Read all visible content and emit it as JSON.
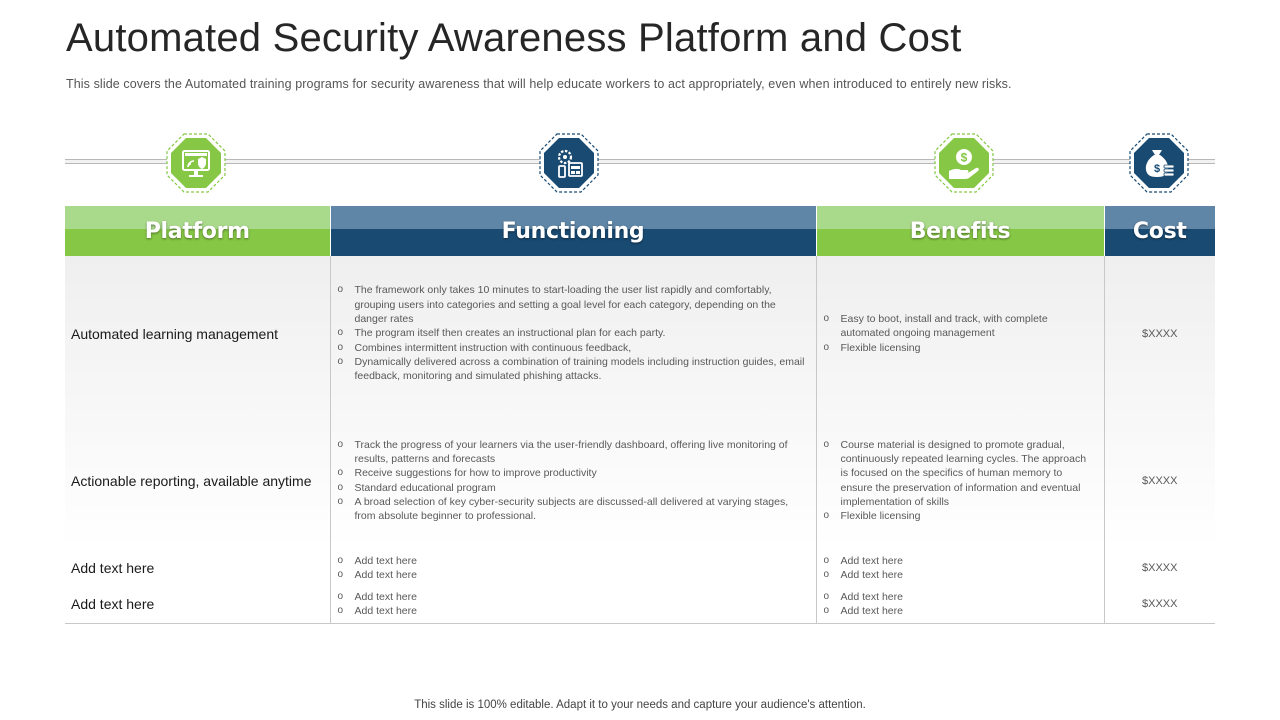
{
  "title": "Automated Security Awareness Platform and Cost",
  "subtitle": "This slide covers the Automated training programs for security awareness that will help educate workers to act appropriately,  even  when introduced to entirely new risks.",
  "icons": [
    "monitor-security-icon",
    "mobile-settings-icon",
    "money-hand-icon",
    "money-bag-icon"
  ],
  "colors": {
    "green": "#86c745",
    "green_light": "#a9d98b",
    "navy": "#194a72",
    "navy_light": "#5f86a6"
  },
  "table": {
    "headers": [
      "Platform",
      "Functioning",
      "Benefits",
      "Cost"
    ],
    "rows": [
      {
        "platform": "Automated learning management",
        "functioning": [
          "The framework only takes 10 minutes to start-loading  the user list rapidly and comfortably, grouping users into categories and setting a goal level for each category, depending on the danger rates",
          "The program itself  then creates an instructional  plan for each party.",
          "Combines intermittent instruction  with continuous feedback,",
          "Dynamically  delivered across a combination  of training models including instruction guides, email feedback, monitoring and simulated  phishing attacks."
        ],
        "benefits": [
          "Easy to boot, install and track, with complete automated ongoing management",
          "Flexible  licensing"
        ],
        "cost": "$XXXX"
      },
      {
        "platform": "Actionable reporting, available anytime",
        "functioning": [
          "Track the progress of your learners via the user-friendly dashboard, offering live monitoring of results, patterns and forecasts",
          "Receive suggestions  for how to improve productivity",
          "Standard educational program",
          "A broad selection of key cyber-security subjects are discussed-all  delivered at varying stages, from absolute beginner to professional."
        ],
        "benefits": [
          "Course material is designed to promote gradual, continuously  repeated learning cycles.  The approach is focused on the specifics of human memory to ensure the preservation of information  and eventual implementation  of skills",
          "Flexible  licensing"
        ],
        "cost": "$XXXX"
      },
      {
        "platform": "Add text here",
        "functioning": [
          "Add text here",
          "Add text here"
        ],
        "benefits": [
          "Add text here",
          "Add text here"
        ],
        "cost": "$XXXX"
      },
      {
        "platform": "Add text here",
        "functioning": [
          "Add text here",
          "Add text here"
        ],
        "benefits": [
          "Add text here",
          "Add text here"
        ],
        "cost": "$XXXX"
      }
    ]
  },
  "footer": "This slide is 100% editable. Adapt it to your needs and capture your audience's attention."
}
